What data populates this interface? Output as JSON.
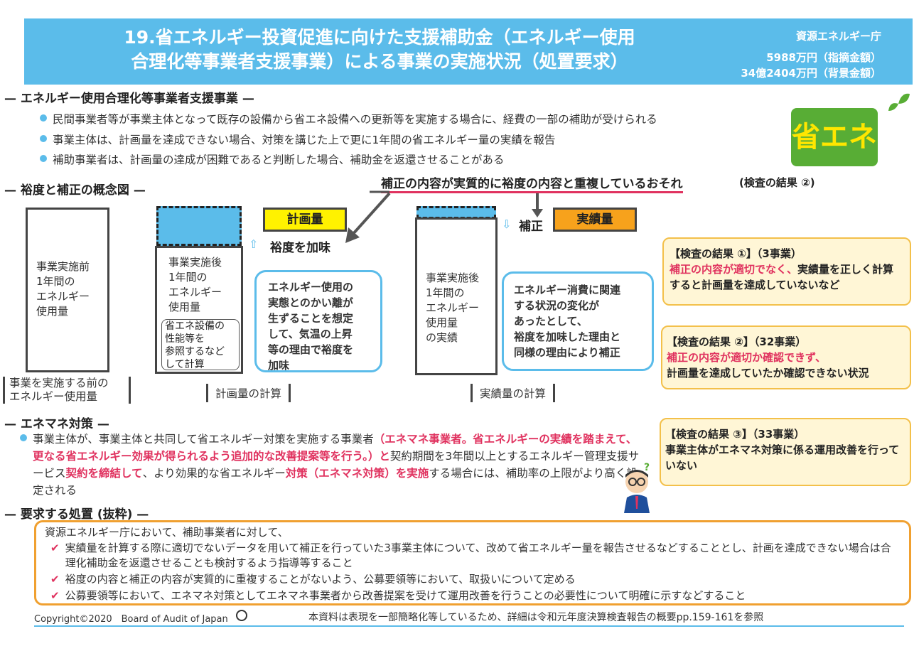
{
  "title": {
    "main": "19.省エネルギー投資促進に向けた支援補助金（エネルギー使用\n合理化等事業者支援事業）による事業の実施状況（処置要求）",
    "org": "資源エネルギー庁",
    "amount1": "5988万円（指摘金額）",
    "amount2": "34億2404万円（背景金額）"
  },
  "section1": {
    "heading": "— エネルギー使用合理化等事業者支援事業 —",
    "bullets": [
      "民間事業者等が事業主体となって既存の設備から省エネ設備への更新等を実施する場合に、経費の一部の補助が受けられる",
      "事業主体は、計画量を達成できない場合、対策を講じた上で更に1年間の省エネルギー量の実績を報告",
      "補助事業者は、計画量の達成が困難であると判断した場合、補助金を返還させることがある"
    ]
  },
  "logo": {
    "text": "省エネ"
  },
  "section2": {
    "heading": "— 裕度と補正の概念図 —",
    "overlap_note": "補正の内容が実質的に裕度の内容と重複しているおそれ",
    "overlap_ref": "(検査の結果 ②)"
  },
  "diagram": {
    "before_box": "事業実施前\n1年間の\nエネルギー\n使用量",
    "before_label": "事業を実施する前の\nエネルギー使用量",
    "plan_box": "事業実施後\n1年間の\nエネルギー\n使用量",
    "plan_inner": "省エネ設備の\n性能等を\n参照するなど\nして計算",
    "plan_tag": "計画量",
    "margin_label": "裕度を加味",
    "plan_bubble": "エネルギー使用の\n実態とのかい離が\n生ずることを想定\nして、気温の上昇\n等の理由で裕度を\n加味",
    "plan_calc": "計画量の計算",
    "actual_box": "事業実施後\n1年間の\nエネルギー\n使用量\nの実績",
    "actual_tag": "実績量",
    "correction_label": "補正",
    "actual_bubble": "エネルギー消費に関連\nする状況の変化が\nあったとして、\n裕度を加味した理由と\n同様の理由により補正",
    "actual_calc": "実績量の計算"
  },
  "results": [
    {
      "head": "【検査の結果 ①】（3事業）",
      "red": "補正の内容が適切でなく、",
      "body": "実績量を正しく計算すると計画量を達成していないなど"
    },
    {
      "head": "【検査の結果 ②】（32事業）",
      "red": "補正の内容が適切か確認できず、",
      "body": "計画量を達成していたか確認できない状況"
    },
    {
      "head": "【検査の結果 ③】（33事業）",
      "red": "",
      "body": "事業主体がエネマネ対策に係る運用改善を行っていない"
    }
  ],
  "section3": {
    "heading": "— エネマネ対策 —",
    "p1": "事業主体が、事業主体と共同して省エネルギー対策を実施する事業者",
    "p2": "（エネマネ事業者。省エネルギーの実績を踏まえて、更なる省エネルギー効果が得られるよう追加的な改善提案等を行う。）と",
    "p3": "契約期間を3年間以上とするエネルギー管理支援サービス",
    "p4": "契約を締結して",
    "p5": "、より効果的な省エネルギー",
    "p6": "対策（エネマネ対策）を実施",
    "p7": "する場合には、補助率の上限がより高く設定される"
  },
  "section4": {
    "heading": "— 要求する処置 (抜粋) —",
    "intro": "資源エネルギー庁において、補助事業者に対して、",
    "items": [
      "実績量を計算する際に適切でないデータを用いて補正を行っていた3事業主体について、改めて省エネルギー量を報告させるなどすることとし、計画を達成できない場合は合理化補助金を返還させることも検討するよう指導等すること",
      "裕度の内容と補正の内容が実質的に重複することがないよう、公募要領等において、取扱いについて定める",
      "公募要領等において、エネマネ対策としてエネマネ事業者から改善提案を受けて運用改善を行うことの必要性について明確に示すなどすること"
    ]
  },
  "footer": {
    "copyright": "Copyright©2020　Board of Audit of Japan",
    "note": "本資料は表現を一部簡略化等しているため、詳細は令和元年度決算検査報告の概要pp.159-161を参照"
  }
}
